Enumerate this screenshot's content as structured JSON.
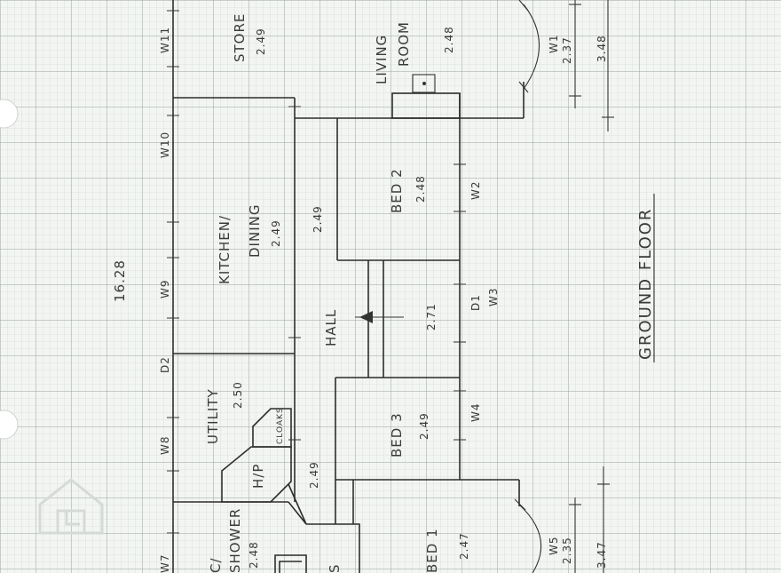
{
  "colors": {
    "paper": "#f3f5f2",
    "grid_minor": "#cbd4d0",
    "grid_major": "#9aa4a0",
    "ink": "#2d2d2d"
  },
  "plan": {
    "title": "GROUND FLOOR",
    "overall_dimension": "16.28",
    "rooms": {
      "store": {
        "name": "STORE",
        "size": "2.49"
      },
      "living_room": {
        "name": "LIVING ROOM",
        "size": "2.48"
      },
      "kitchen_dining": {
        "name": "KITCHEN/ DINING",
        "size": "2.49"
      },
      "bed2": {
        "name": "BED 2",
        "size": "2.48"
      },
      "hall": {
        "name": "HALL",
        "size_upper": "2.49",
        "size_lower": "2.49",
        "size_mid": "2.71"
      },
      "utility": {
        "name": "UTILITY",
        "size": "2.50"
      },
      "cloaks": {
        "name": "CLOAKS"
      },
      "hp": {
        "name": "H/P"
      },
      "bed3": {
        "name": "BED 3",
        "size": "2.49"
      },
      "bed1": {
        "name": "BED 1",
        "size": "2.47"
      },
      "shower": {
        "name": "SHOWER",
        "prefix": "C/",
        "size": "2.48"
      },
      "s_room": {
        "name": "S"
      }
    },
    "openings": {
      "W11": "W11",
      "W10": "W10",
      "W9": "W9",
      "D2": "D2",
      "W8": "W8",
      "W7": "W7",
      "W2": "W2",
      "D1": "D1",
      "W3": "W3",
      "W4": "W4",
      "W1": "W1",
      "W5": "W5"
    },
    "dimensions": {
      "w1_a": "2.37",
      "w1_b": "3.48",
      "w5_a": "2.35",
      "w5_b": "3.47"
    }
  }
}
